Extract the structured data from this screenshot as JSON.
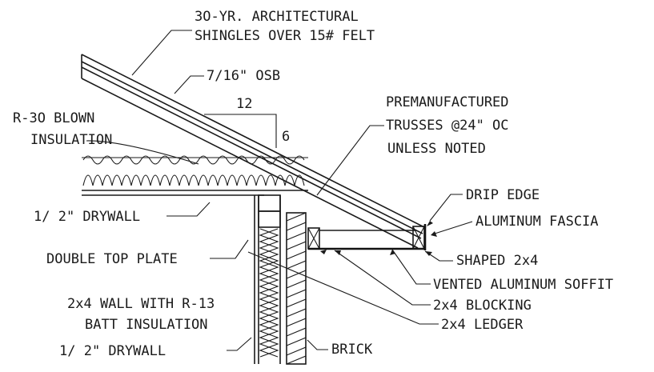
{
  "labels": {
    "shingles_1": "3O-YR. ARCHITECTURAL",
    "shingles_2": "SHINGLES OVER 15# FELT",
    "osb": "7/16\" OSB",
    "slope_run": "12",
    "slope_rise": "6",
    "blown_1": "R-3O BLOWN",
    "blown_2": "INSULATION",
    "trusses_1": "PREMANUFACTURED",
    "trusses_2": "TRUSSES @24\" OC",
    "trusses_3": "UNLESS NOTED",
    "drip_edge": "DRIP EDGE",
    "fascia": "ALUMINUM FASCIA",
    "drywall_top": "1/ 2\" DRYWALL",
    "top_plate": "DOUBLE TOP PLATE",
    "shaped": "SHAPED 2x4",
    "soffit": "VENTED ALUMINUM SOFFIT",
    "blocking": "2x4 BLOCKING",
    "wall_1": "2x4 WALL WITH R-13",
    "wall_2": "BATT INSULATION",
    "ledger": "2x4 LEDGER",
    "drywall_bottom": "1/ 2\" DRYWALL",
    "brick": "BRICK"
  }
}
